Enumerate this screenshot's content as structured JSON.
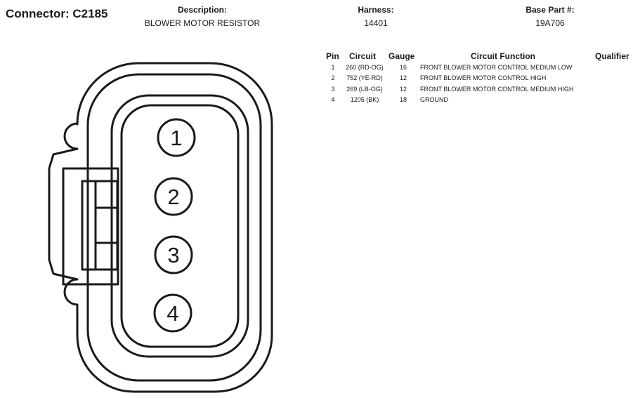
{
  "connector": {
    "title": "Connector: C2185"
  },
  "header": {
    "description_label": "Description:",
    "description_value": "BLOWER MOTOR RESISTOR",
    "harness_label": "Harness:",
    "harness_value": "14401",
    "base_part_label": "Base Part #:",
    "base_part_value": "19A706"
  },
  "table": {
    "columns": [
      "Pin",
      "Circuit",
      "Gauge",
      "Circuit Function",
      "Qualifier"
    ],
    "rows": [
      {
        "pin": "1",
        "circuit": "260 (RD-OG)",
        "gauge": "16",
        "function": "FRONT BLOWER MOTOR CONTROL MEDIUM LOW",
        "qualifier": ""
      },
      {
        "pin": "2",
        "circuit": "752 (YE-RD)",
        "gauge": "12",
        "function": "FRONT BLOWER MOTOR CONTROL HIGH",
        "qualifier": ""
      },
      {
        "pin": "3",
        "circuit": "269 (LB-OG)",
        "gauge": "12",
        "function": "FRONT BLOWER MOTOR CONTROL MEDIUM HIGH",
        "qualifier": ""
      },
      {
        "pin": "4",
        "circuit": "1205 (BK)",
        "gauge": "18",
        "function": "GROUND",
        "qualifier": ""
      }
    ]
  },
  "diagram": {
    "pins": [
      "1",
      "2",
      "3",
      "4"
    ],
    "line_color": "#1a1a1a"
  }
}
